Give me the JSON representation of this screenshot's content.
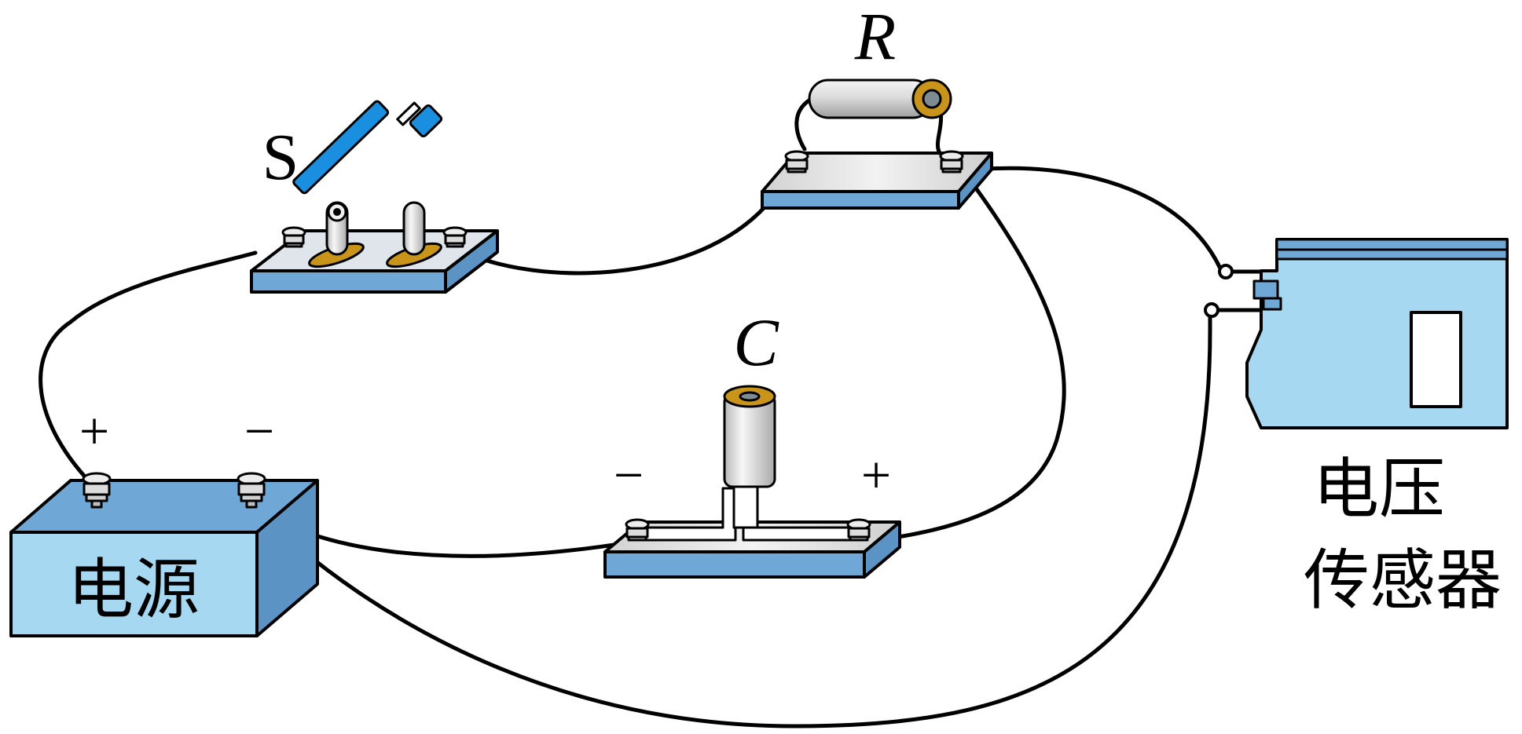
{
  "labels": {
    "switch": "S",
    "resistor": "R",
    "capacitor": "C",
    "battery_plus": "+",
    "battery_minus": "−",
    "capacitor_minus": "−",
    "capacitor_plus": "+",
    "battery_name": "电源",
    "sensor_name_line1": "电压",
    "sensor_name_line2": "传感器"
  },
  "colors": {
    "base_fill": "#6fa8d6",
    "battery_front": "#a6d8f2",
    "battery_top": "#6fa8d6",
    "battery_side": "#5b93c4",
    "sensor_fill": "#a6d8f2",
    "switch_handle": "#1a8fe0",
    "terminal_gold": "#c8951a",
    "metal_light": "#f4f4f4",
    "metal_dark": "#b4b4b4"
  }
}
